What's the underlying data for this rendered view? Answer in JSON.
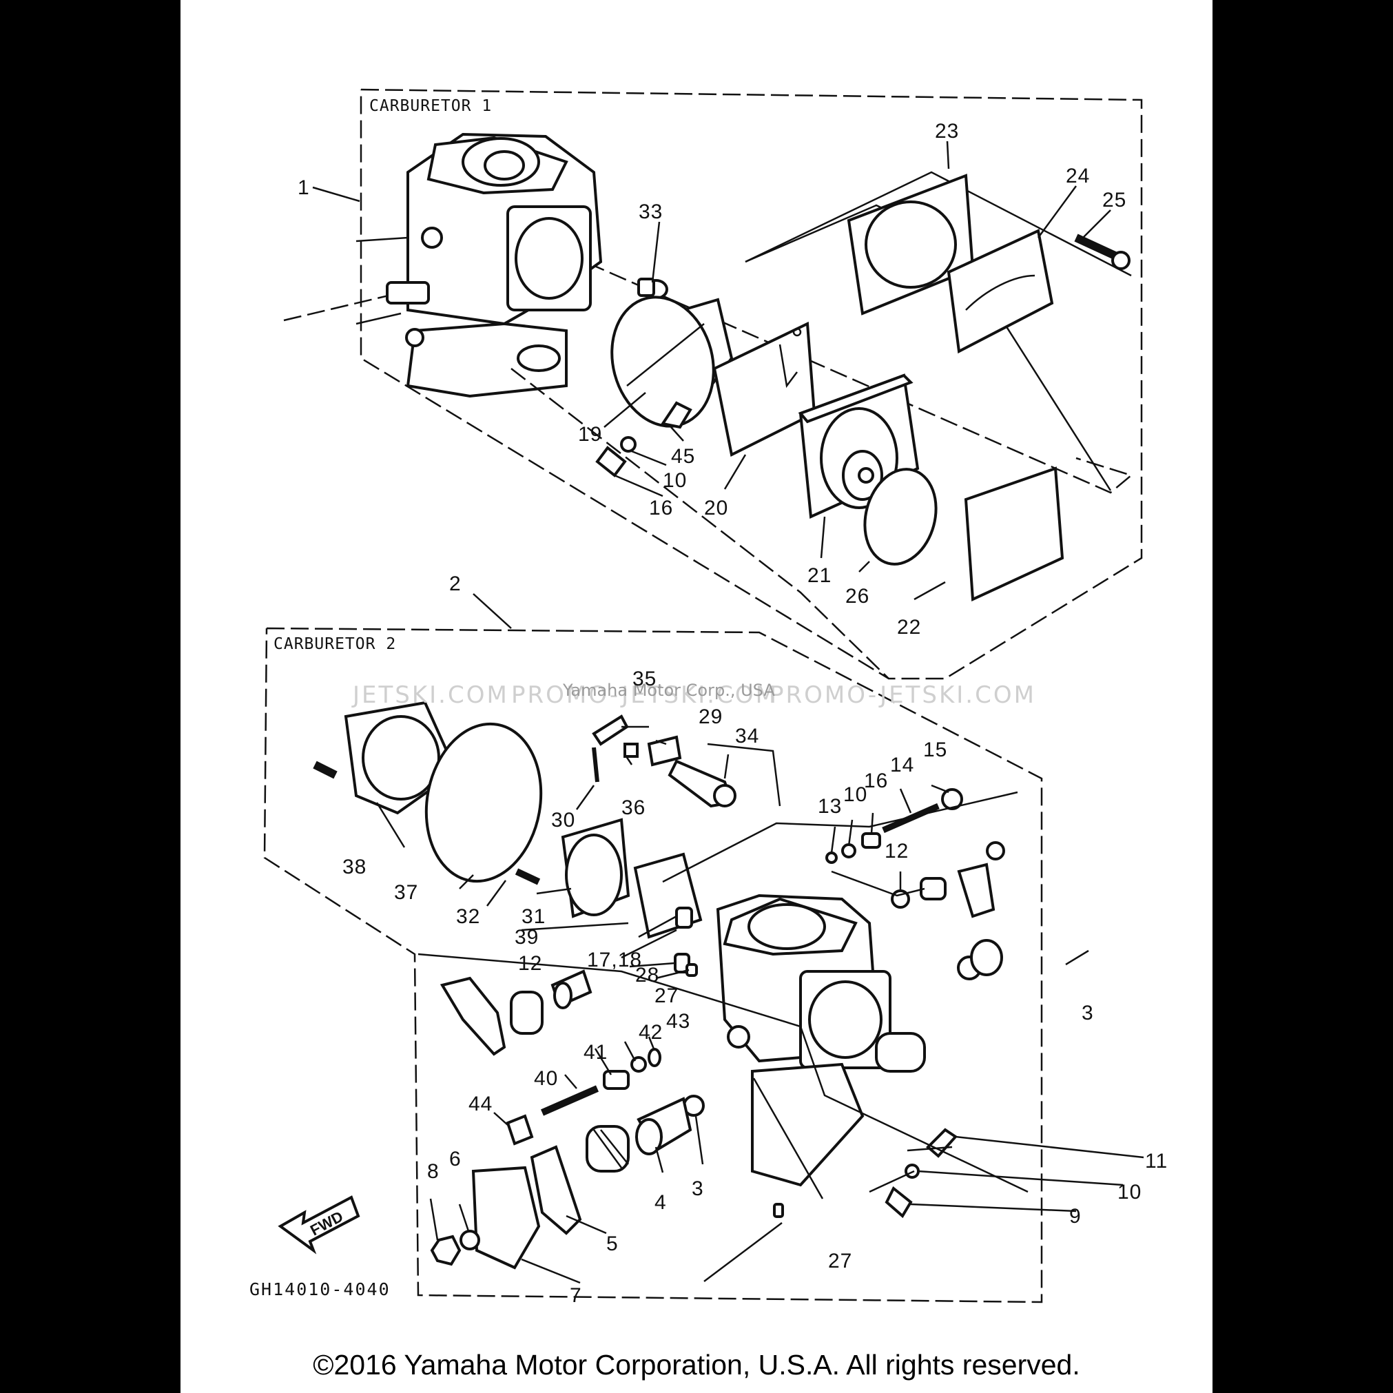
{
  "diagram": {
    "code": "GH14010-4040",
    "box1_title": "CARBURETOR 1",
    "box2_title": "CARBURETOR 2",
    "fwd_label": "FWD",
    "watermark_left": "JETSKI.COM",
    "watermark_mid": "PROMO-JETSKI.COM",
    "watermark_right": "PROMO-JETSKI.COM",
    "watermark_center": "Yamaha Motor Corp., USA",
    "copyright": "©2016 Yamaha Motor Corporation, U.S.A. All rights reserved."
  },
  "callouts": {
    "c1": "1",
    "c2": "2",
    "c3a": "3",
    "c3b": "3",
    "c4": "4",
    "c5": "5",
    "c6": "6",
    "c7": "7",
    "c8": "8",
    "c9": "9",
    "c10a": "10",
    "c10b": "10",
    "c10c": "10",
    "c11": "11",
    "c12a": "12",
    "c12b": "12",
    "c13": "13",
    "c14": "14",
    "c15": "15",
    "c16a": "16",
    "c16b": "16",
    "c1718": "17,18",
    "c19": "19",
    "c20": "20",
    "c21": "21",
    "c22": "22",
    "c23": "23",
    "c24": "24",
    "c25": "25",
    "c26": "26",
    "c27a": "27",
    "c27b": "27",
    "c28": "28",
    "c29": "29",
    "c30": "30",
    "c31": "31",
    "c32": "32",
    "c33": "33",
    "c34": "34",
    "c35": "35",
    "c36": "36",
    "c37": "37",
    "c38": "38",
    "c39": "39",
    "c40": "40",
    "c41": "41",
    "c42": "42",
    "c43": "43",
    "c44": "44",
    "c45": "45"
  }
}
